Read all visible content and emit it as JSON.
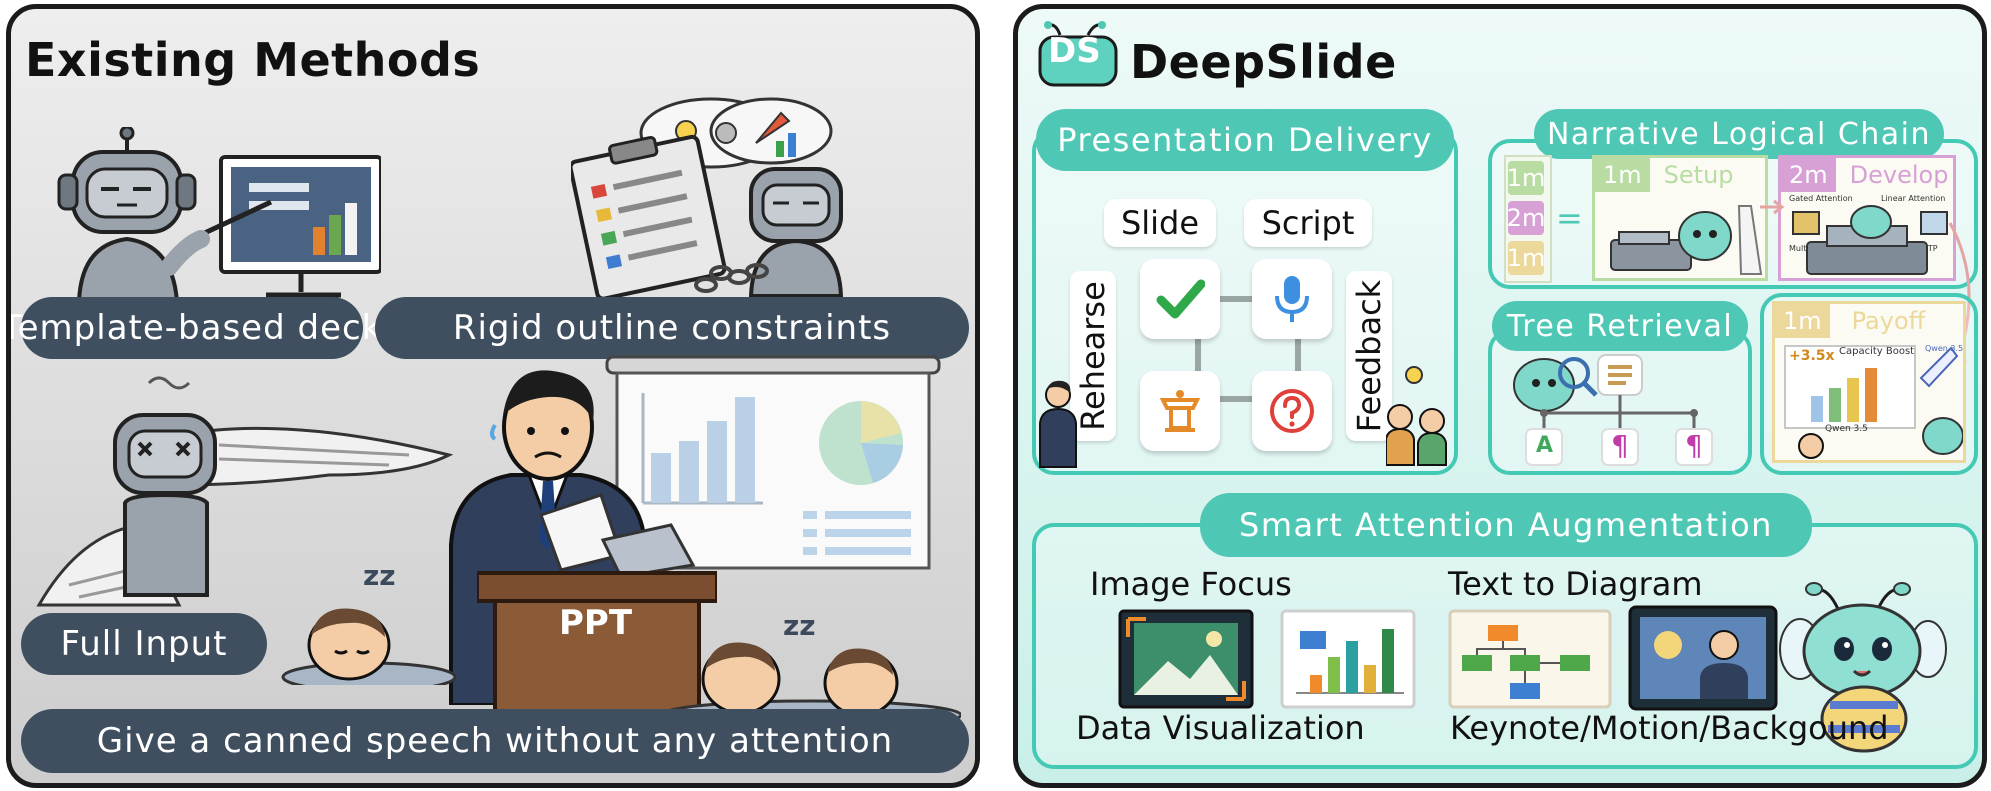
{
  "left": {
    "title": "Existing Methods",
    "labels": {
      "template": "Template-based deck",
      "rigid": "Rigid outline constraints",
      "full_input": "Full Input",
      "canned": "Give a canned speech without any attention"
    },
    "podium_text": "PPT",
    "zzz": "zz"
  },
  "right": {
    "title": "DeepSlide",
    "logo_text": "DS",
    "delivery": {
      "title": "Presentation Delivery",
      "slide": "Slide",
      "script": "Script",
      "rehearse": "Rehearse",
      "feedback": "Feedback"
    },
    "narrative": {
      "title": "Narrative Logical Chain",
      "timeline": [
        "1m",
        "2m",
        "1m"
      ],
      "equals": "=",
      "setup_time": "1m",
      "setup": "Setup",
      "develop_time": "2m",
      "develop": "Develop",
      "payoff_time": "1m",
      "payoff": "Payoff",
      "develop_notes": [
        "Gated Attention",
        "Linear Attention",
        "Multi",
        "MTP"
      ],
      "payoff_boost": "+3.5x",
      "payoff_caption": "Capacity Boost",
      "payoff_rocket": "Qwen 3.5",
      "payoff_model": "Qwen 3.5"
    },
    "tree": {
      "title": "Tree Retrieval",
      "leaf_a": "A",
      "leaf_p": "¶"
    },
    "attention": {
      "title": "Smart Attention Augmentation",
      "image_focus": "Image Focus",
      "text_diagram": "Text to Diagram",
      "data_vis": "Data Visualization",
      "keynote": "Keynote/Motion/Backgound"
    }
  },
  "colors": {
    "teal": "#4ec8b4",
    "dark_pill": "#3f4f5f",
    "setup": "#b9dca2",
    "develop": "#d7a1d6",
    "payoff": "#ecd89a",
    "check": "#2fa84a",
    "mic": "#3d8fe0",
    "podium_icon": "#e58a2a",
    "question": "#e0403a"
  }
}
